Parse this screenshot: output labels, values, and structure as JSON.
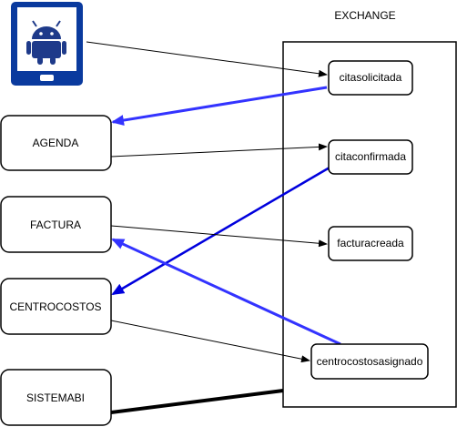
{
  "exchange": {
    "title": "EXCHANGE"
  },
  "systems": {
    "agenda": "AGENDA",
    "factura": "FACTURA",
    "centrocostos": "CENTROCOSTOS",
    "sistemabi": "SISTEMABI"
  },
  "queues": {
    "citasolicitada": "citasolicitada",
    "citaconfirmada": "citaconfirmada",
    "facturacreada": "facturacreada",
    "centrocostosasignado": "centrocostosasignado"
  },
  "mobile_device": {
    "icon": "android-tablet-icon"
  },
  "colors": {
    "black_flow": "#000000",
    "blue_flow": "#3333ff",
    "blue_flow_dark": "#0000dd",
    "tablet_blue": "#0a3a9e",
    "android_blue": "#1e3a8a"
  }
}
